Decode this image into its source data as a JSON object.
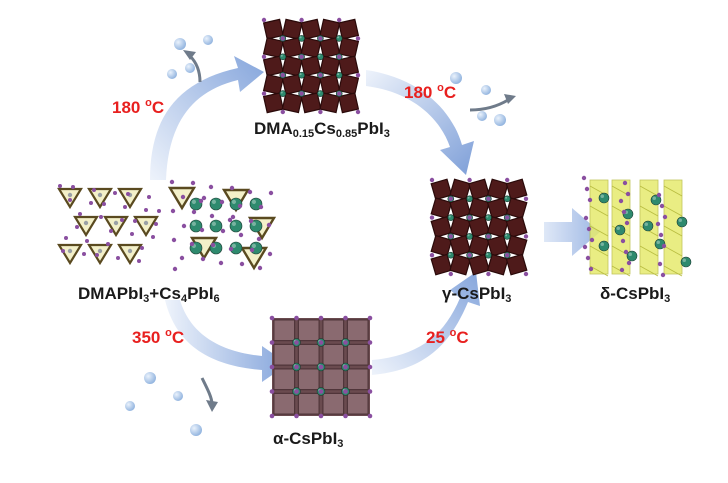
{
  "colors": {
    "temperature_text": "#e8201f",
    "label_text": "#1a1a1a",
    "arrow_main": "#8aa9de",
    "arrow_light": "#dde8f8",
    "octahedron_dark": "#4e1a1a",
    "octahedron_edge": "#2a0a0a",
    "cs_atom": "#2e8a6e",
    "iodide_atom": "#8a4fa0",
    "delta_octahedron": "#e6ea6e",
    "dma_triangle": "#f3f0c9",
    "bubble": "#a9c6e8"
  },
  "temperatures": {
    "t1": {
      "value": "180",
      "degree": "o",
      "unit": "C"
    },
    "t2": {
      "value": "180",
      "degree": "o",
      "unit": "C"
    },
    "t3": {
      "value": "350",
      "degree": "o",
      "unit": "C"
    },
    "t4": {
      "value": "25",
      "degree": "o",
      "unit": "C"
    }
  },
  "phases": {
    "dma_mixed": {
      "a": "DMA",
      "a_sub": "0.15",
      "b": "Cs",
      "b_sub": "0.85",
      "c": "PbI",
      "c_sub": "3"
    },
    "precursor": {
      "a": "DMAPbI",
      "a_sub": "3",
      "b": "+Cs",
      "b_sub": "4",
      "c": "PbI",
      "c_sub": "6"
    },
    "gamma": {
      "a": "γ-CsPbI",
      "a_sub": "3"
    },
    "delta": {
      "a": "δ-CsPbI",
      "a_sub": "3"
    },
    "alpha": {
      "a": "α-CsPbI",
      "a_sub": "3"
    }
  }
}
